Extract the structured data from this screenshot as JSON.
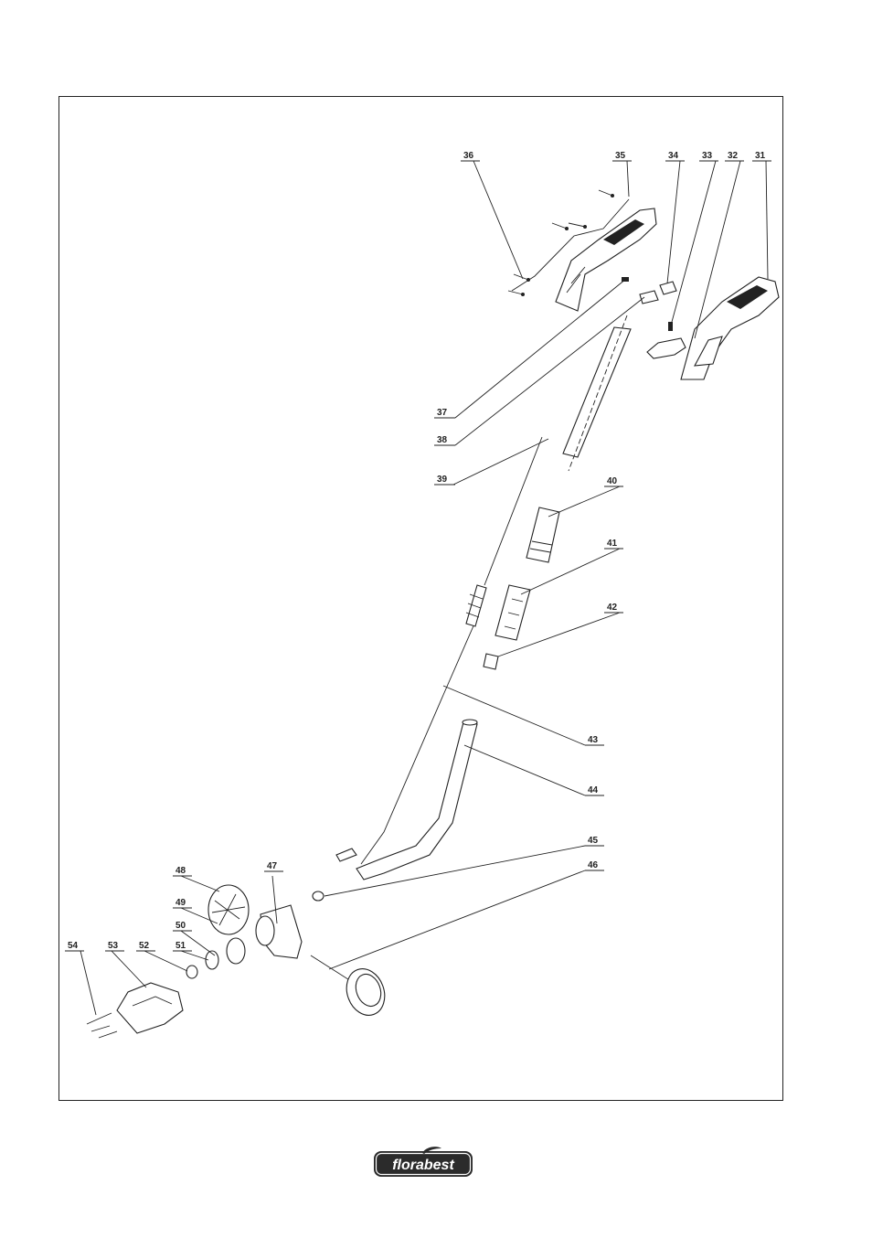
{
  "diagram": {
    "part_numbers": {
      "p31": "31",
      "p32": "32",
      "p33": "33",
      "p34": "34",
      "p35": "35",
      "p36": "36",
      "p37": "37",
      "p38": "38",
      "p39": "39",
      "p40": "40",
      "p41": "41",
      "p42": "42",
      "p43": "43",
      "p44": "44",
      "p45": "45",
      "p46": "46",
      "p47": "47",
      "p48": "48",
      "p49": "49",
      "p50": "50",
      "p51": "51",
      "p52": "52",
      "p53": "53",
      "p54": "54"
    }
  },
  "brand": {
    "logo_text": "florabest",
    "logo_color": "#2b2b2b"
  }
}
